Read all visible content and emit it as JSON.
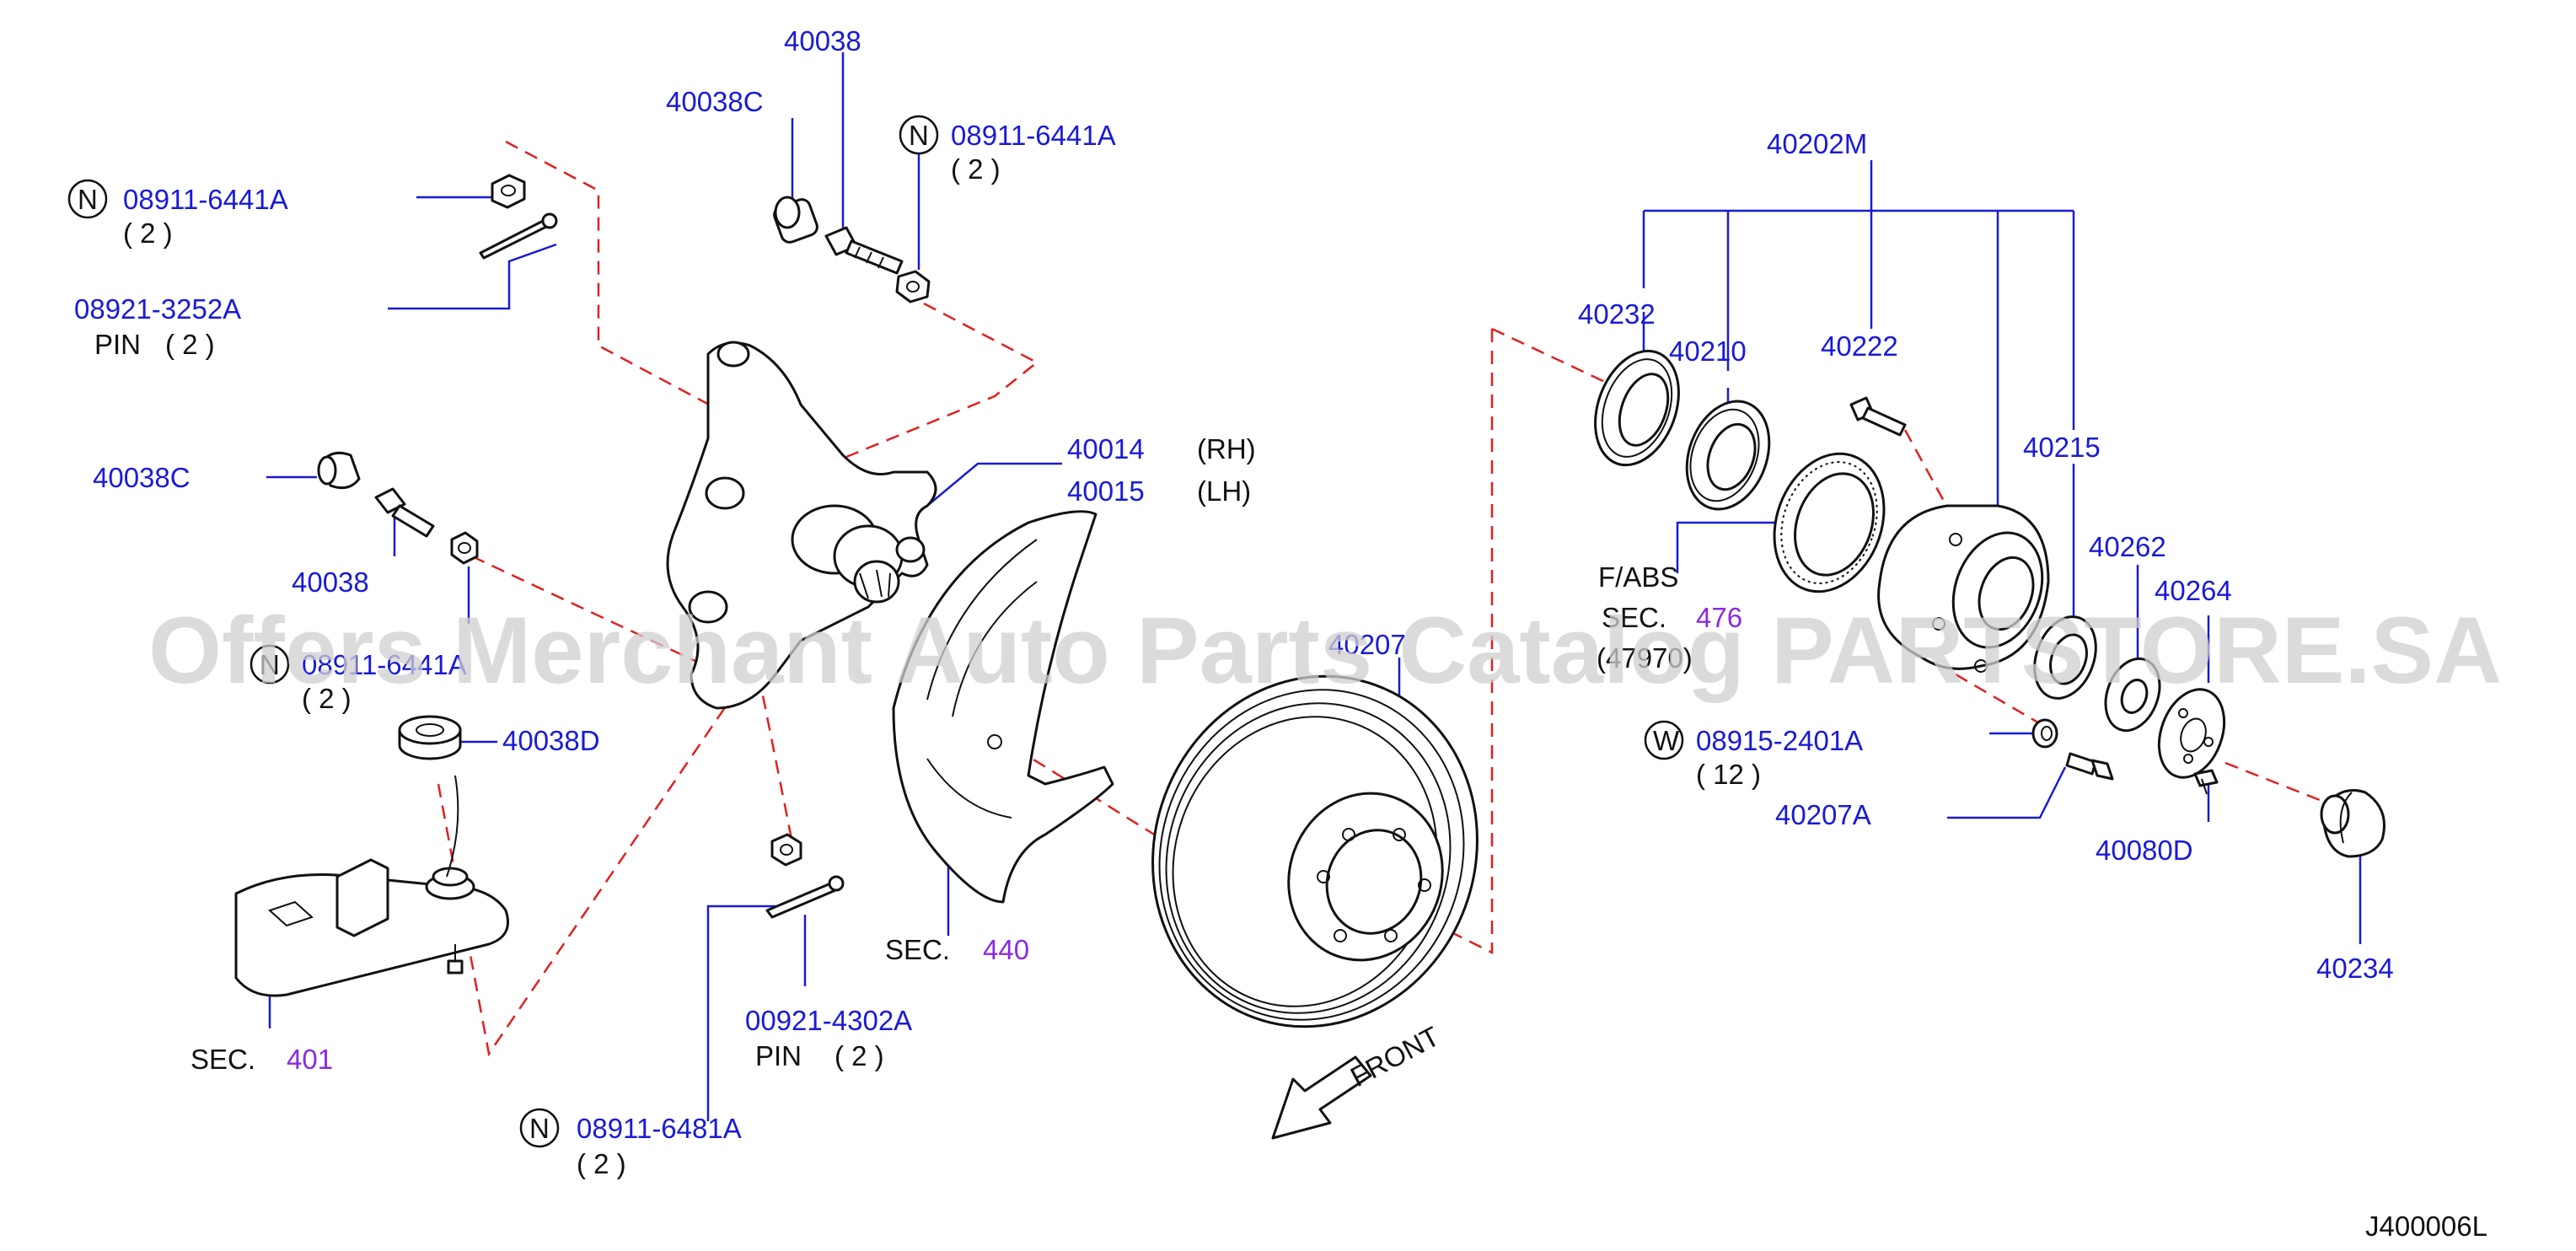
{
  "diagram_code": "J400006L",
  "watermark": "Offers Merchant Auto Parts Catalog PARTSTORE.SA",
  "front_label": "FRONT",
  "colors": {
    "part_number": "#1a1ad6",
    "section_ref": "#8a2be2",
    "dash_line": "#e02020",
    "text": "#111111"
  },
  "labels": {
    "p40038_top": "40038",
    "p40038c_top": "40038C",
    "n_top_right_marker": "N",
    "n_top_right_num": "08911-6441A",
    "n_top_right_qty": "( 2 )",
    "n_top_left_marker": "N",
    "n_top_left_num": "08911-6441A",
    "n_top_left_qty": "( 2 )",
    "p08921": "08921-3252A",
    "pin_top": "PIN",
    "pin_top_qty": "( 2 )",
    "p40038c_left": "40038C",
    "p40038_left": "40038",
    "n_mid_marker": "N",
    "n_mid_num": "08911-6441A",
    "n_mid_qty": "( 2 )",
    "p40038d": "40038D",
    "sec401_prefix": "SEC.",
    "sec401_num": "401",
    "p40014": "40014",
    "rh": "(RH)",
    "p40015": "40015",
    "lh": "(LH)",
    "sec440_prefix": "SEC.",
    "sec440_num": "440",
    "p00921": "00921-4302A",
    "pin_bottom": "PIN",
    "pin_bottom_qty": "( 2 )",
    "n_bottom_marker": "N",
    "n_bottom_num": "08911-6481A",
    "n_bottom_qty": "( 2 )",
    "p40207": "40207",
    "p40202m": "40202M",
    "p40232": "40232",
    "p40210": "40210",
    "p40222": "40222",
    "p40215": "40215",
    "p40262": "40262",
    "p40264": "40264",
    "fabs": "F/ABS",
    "sec476_prefix": "SEC.",
    "sec476_num": "476",
    "sec476_sub": "(47970)",
    "w_marker": "W",
    "w_num": "08915-2401A",
    "w_qty": "( 12 )",
    "p40207a": "40207A",
    "p40080d": "40080D",
    "p40234": "40234"
  }
}
